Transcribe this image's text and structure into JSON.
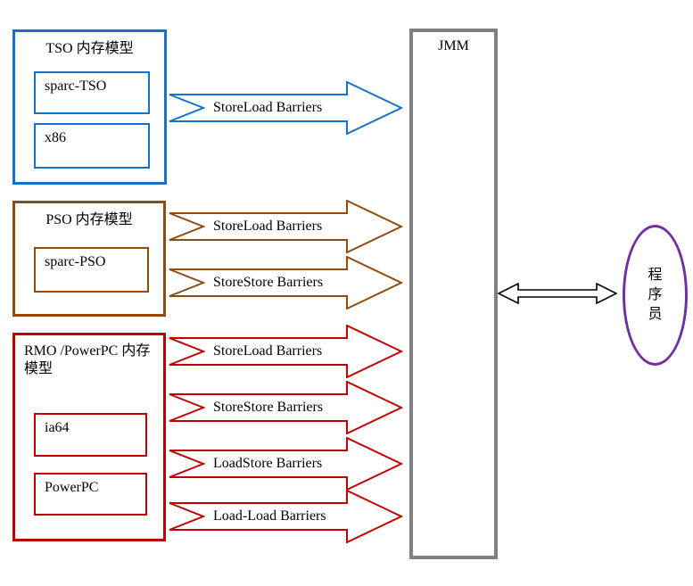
{
  "colors": {
    "blue": "#1572C6",
    "brown": "#924A0D",
    "red": "#C00000",
    "gray": "#808080",
    "purple": "#7030A0"
  },
  "groups": [
    {
      "id": "tso",
      "title": "TSO 内存模型",
      "items": [
        "sparc-TSO",
        "x86"
      ]
    },
    {
      "id": "pso",
      "title": "PSO 内存模型",
      "items": [
        "sparc-PSO"
      ]
    },
    {
      "id": "rmo",
      "title": "RMO /PowerPC 内存模型",
      "items": [
        "ia64",
        "PowerPC"
      ]
    }
  ],
  "arrows": [
    {
      "from": "tso",
      "color": "blue",
      "label": "StoreLoad Barriers"
    },
    {
      "from": "pso",
      "color": "brown",
      "label": "StoreLoad Barriers"
    },
    {
      "from": "pso",
      "color": "brown",
      "label": "StoreStore Barriers"
    },
    {
      "from": "rmo",
      "color": "red",
      "label": "StoreLoad Barriers"
    },
    {
      "from": "rmo",
      "color": "red",
      "label": "StoreStore Barriers"
    },
    {
      "from": "rmo",
      "color": "red",
      "label": "LoadStore Barriers"
    },
    {
      "from": "rmo",
      "color": "red",
      "label": "Load-Load Barriers"
    }
  ],
  "jmm": {
    "title": "JMM"
  },
  "programmer": {
    "label": "程序员",
    "chars": [
      "程",
      "序",
      "员"
    ]
  }
}
